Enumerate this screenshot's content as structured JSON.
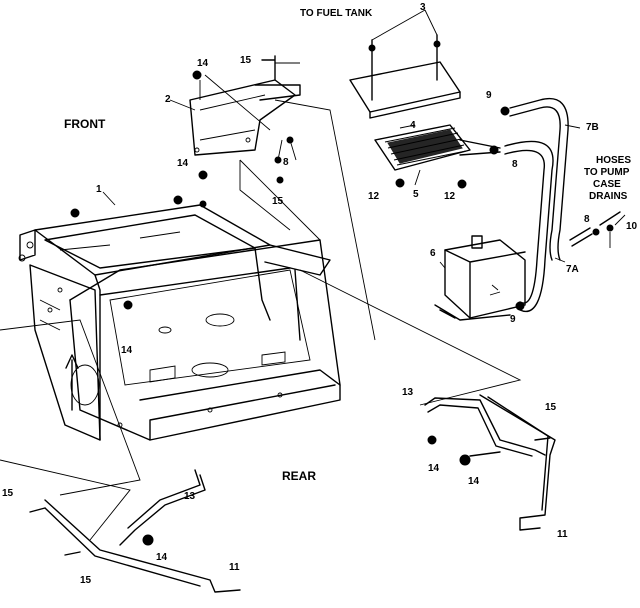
{
  "captions": {
    "to_fuel_tank": "TO FUEL TANK",
    "front": "FRONT",
    "rear": "REAR",
    "hoses_1": "HOSES",
    "hoses_2": "TO PUMP",
    "hoses_3": "CASE",
    "hoses_4": "DRAINS"
  },
  "callouts": {
    "c1": "1",
    "c2": "2",
    "c3": "3",
    "c4": "4",
    "c5": "5",
    "c6": "6",
    "c7a": "7A",
    "c7b": "7B",
    "c8a": "8",
    "c8b": "8",
    "c8c": "8",
    "c9a": "9",
    "c9b": "9",
    "c10": "10",
    "c11a": "11",
    "c11b": "11",
    "c12a": "12",
    "c12b": "12",
    "c13a": "13",
    "c13b": "13",
    "c14a": "14",
    "c14b": "14",
    "c14c": "14",
    "c14d": "14",
    "c14e": "14",
    "c14f": "14",
    "c15a": "15",
    "c15b": "15",
    "c15c": "15",
    "c15d": "15",
    "c15e": "15"
  }
}
